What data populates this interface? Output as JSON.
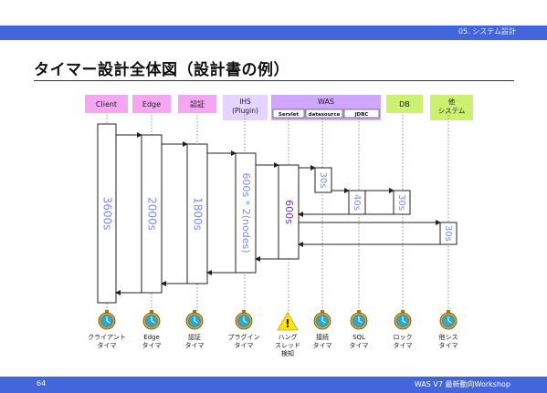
{
  "header": {
    "section": "05. システム設計"
  },
  "title": "タイマー設計全体図（設計書の例）",
  "footer": {
    "page": "64",
    "text": "WAS V7 最新動向Workshop"
  },
  "columns": [
    {
      "id": "client",
      "label": [
        "Client"
      ],
      "color": "#f4a7f0"
    },
    {
      "id": "edge",
      "label": [
        "Edge"
      ],
      "color": "#f4a7f0"
    },
    {
      "id": "auth",
      "label": [
        "認証"
      ],
      "color": "#f4a7f0"
    },
    {
      "id": "ihs",
      "label": [
        "IHS",
        "(Plugin)"
      ],
      "color": "#e6d3ff"
    },
    {
      "id": "was",
      "label": [
        "WAS"
      ],
      "color": "#d0a7ff"
    },
    {
      "id": "db",
      "label": [
        "DB"
      ],
      "color": "#ccf070"
    },
    {
      "id": "other",
      "label": [
        "他",
        "システム"
      ],
      "color": "#ccf070"
    }
  ],
  "was_sub": [
    "Servlet",
    "datasource",
    "JDBC"
  ],
  "timeouts": [
    {
      "id": "client",
      "label": "3600s",
      "color": "#7a8aff"
    },
    {
      "id": "edge",
      "label": "2000s",
      "color": "#7a8aff"
    },
    {
      "id": "auth",
      "label": "1800s",
      "color": "#7a8aff"
    },
    {
      "id": "ihs",
      "label": "600s * 2(nodes)",
      "color": "#7a8aff"
    },
    {
      "id": "servlet",
      "label": "600s",
      "color": "#7d2fd0"
    },
    {
      "id": "datasource",
      "label": "30s",
      "color": "#7a8aff"
    },
    {
      "id": "jdbc",
      "label": "40s",
      "color": "#7a8aff"
    },
    {
      "id": "db",
      "label": "30s",
      "color": "#7a8aff"
    },
    {
      "id": "other",
      "label": "30s",
      "color": "#7a8aff"
    }
  ],
  "timers": [
    {
      "id": "client",
      "icon": "clock",
      "label": [
        "クライアント",
        "タイマ"
      ]
    },
    {
      "id": "edge",
      "icon": "clock",
      "label": [
        "Edge",
        "タイマ"
      ]
    },
    {
      "id": "auth",
      "icon": "clock",
      "label": [
        "認証",
        "タイマ"
      ]
    },
    {
      "id": "plugin",
      "icon": "clock",
      "label": [
        "プラグイン",
        "タイマ"
      ]
    },
    {
      "id": "hang",
      "icon": "warning",
      "label": [
        "ハング",
        "スレッド",
        "検知"
      ]
    },
    {
      "id": "connect",
      "icon": "clock",
      "label": [
        "接続",
        "タイマ"
      ]
    },
    {
      "id": "sql",
      "icon": "clock",
      "label": [
        "SQL",
        "タイマ"
      ]
    },
    {
      "id": "lock",
      "icon": "clock",
      "label": [
        "ロック",
        "タイマ"
      ]
    },
    {
      "id": "othersys",
      "icon": "clock",
      "label": [
        "他シス",
        "タイマ"
      ]
    }
  ]
}
